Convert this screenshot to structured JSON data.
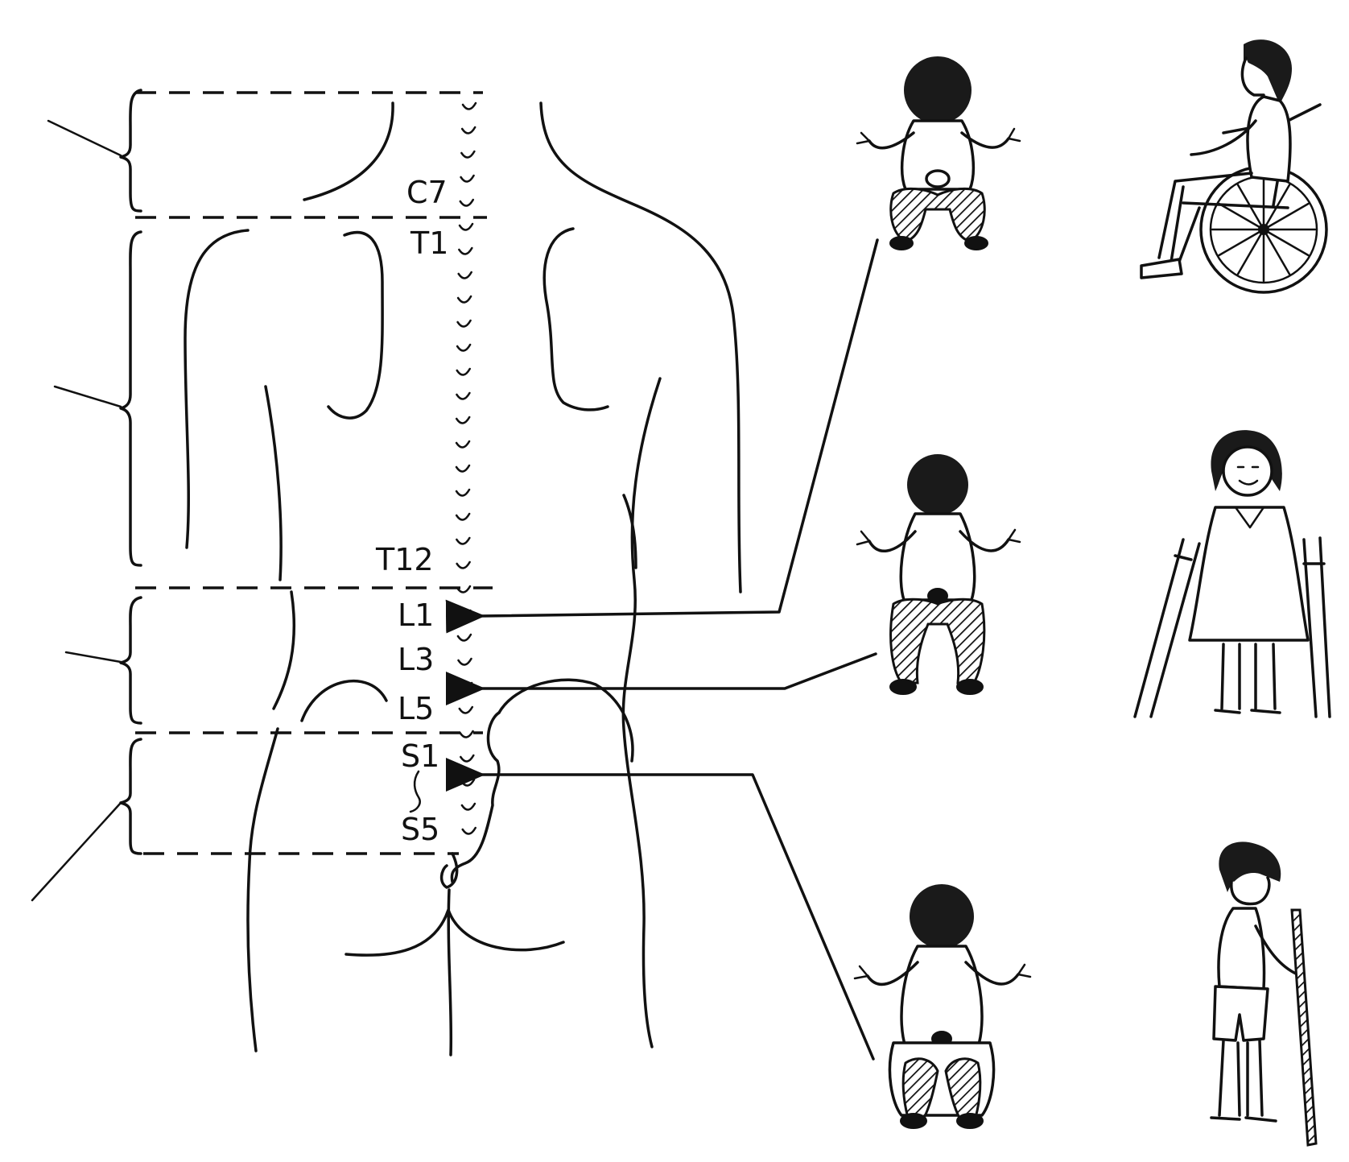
{
  "labels": {
    "c7": "C7",
    "t1": "T1",
    "t12": "T12",
    "l1": "L1",
    "l3": "L3",
    "l5": "L5",
    "s1": "S1",
    "s5": "S5"
  },
  "colors": {
    "ink": "#111111",
    "background": "#ffffff"
  },
  "mobility_icons": [
    "wheelchair-icon",
    "crutches-icon",
    "walking-stick-icon"
  ]
}
